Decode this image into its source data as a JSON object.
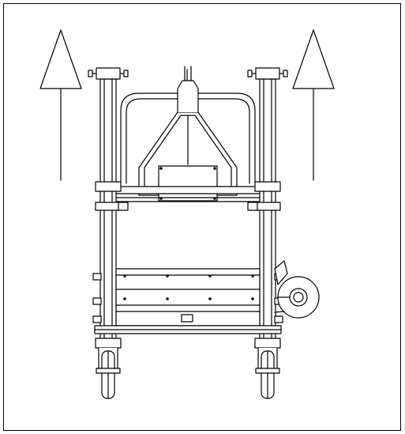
{
  "figure": {
    "description_visible_text": "",
    "colors": {
      "line": "#000000",
      "background": "#ffffff"
    },
    "parts": {
      "left_arrow": "direction-arrow-icon",
      "right_arrow": "direction-arrow-icon",
      "machine": "machine-frame-rear-view",
      "wheels": [
        "caster-wheel-left",
        "caster-wheel-right"
      ],
      "side_reel": "hose-reel-icon"
    }
  }
}
